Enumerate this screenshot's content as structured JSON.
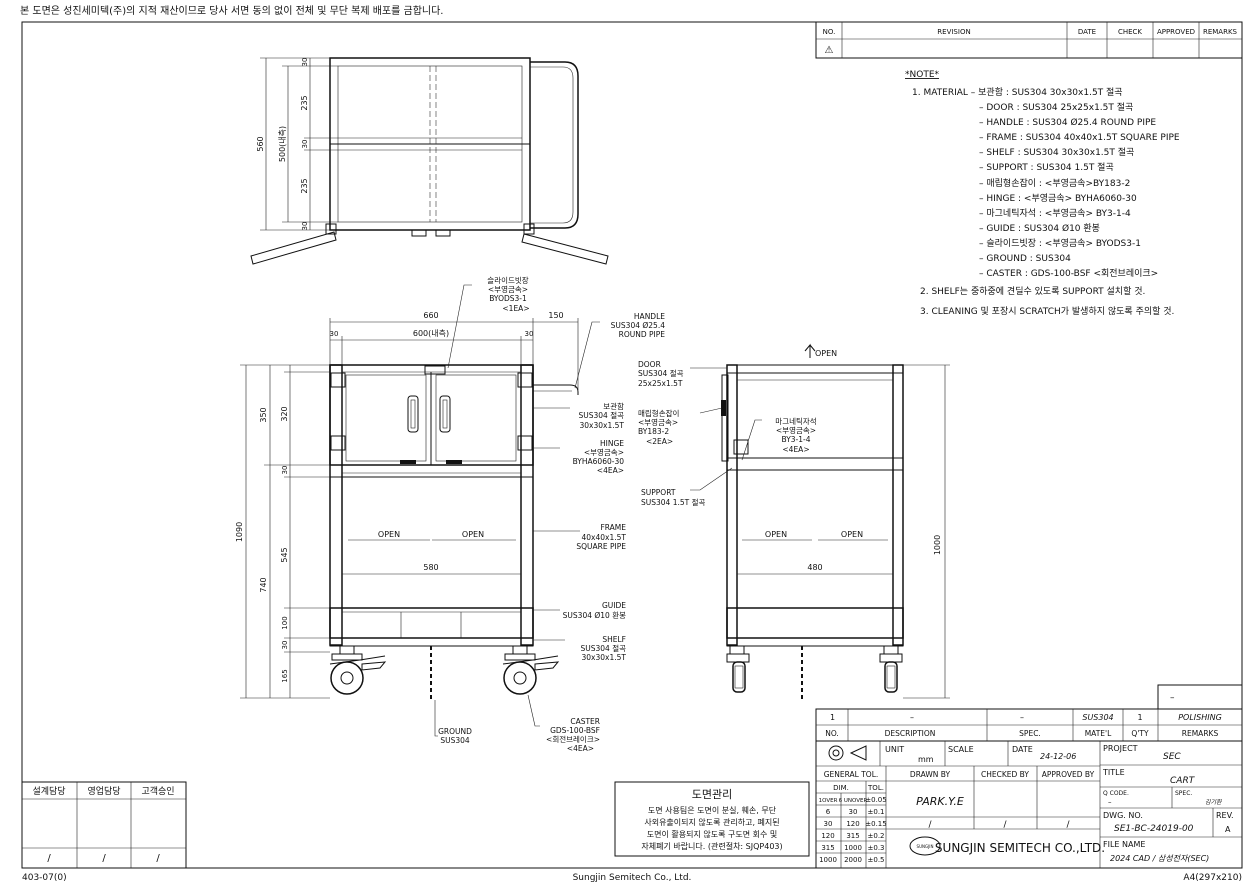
{
  "copyright": "본 도면은 성진세미텍(주)의 지적 재산이므로 당사 서면 동의 없이 전체 및 무단 복제 배포를 금합니다.",
  "revision_table": {
    "headers": [
      "NO.",
      "REVISION",
      "DATE",
      "CHECK",
      "APPROVED",
      "REMARKS"
    ],
    "row1_no": "⚠"
  },
  "notes": {
    "title": "*NOTE*",
    "items": [
      "1. MATERIAL – 보관함 : SUS304 30x30x1.5T 절곡",
      "– DOOR : SUS304 25x25x1.5T 절곡",
      "– HANDLE : SUS304 Ø25.4 ROUND PIPE",
      "– FRAME : SUS304 40x40x1.5T SQUARE PIPE",
      "– SHELF : SUS304 30x30x1.5T 절곡",
      "– SUPPORT : SUS304 1.5T 절곡",
      "– 매립형손잡이 : <부영금속>BY183-2",
      "– HINGE : <부영금속> BYHA6060-30",
      "– 마그네틱자석 : <부영금속> BY3-1-4",
      "– GUIDE : SUS304 Ø10 환봉",
      "– 슬라이드빗장 : <부영금속> BYODS3-1",
      "– GROUND : SUS304",
      "– CASTER : GDS-100-BSF <회전브레이크>",
      "2. SHELF는 중하중에 견딜수 있도록 SUPPORT 설치할 것.",
      "3. CLEANING 및 포장시 SCRATCH가 발생하지 않도록 주의할 것."
    ]
  },
  "top_view": {
    "dims": {
      "overall": "560",
      "inner": "500(내측)",
      "d1": "30",
      "d2": "235",
      "d3": "30",
      "d4": "235",
      "d5": "30"
    }
  },
  "front_view": {
    "dims": {
      "width": "660",
      "inner_width": "600(내측)",
      "left": "30",
      "right": "30",
      "handle": "150",
      "height": "1090",
      "h350": "350",
      "h320": "320",
      "h30a": "30",
      "h545": "545",
      "h740": "740",
      "h100": "100",
      "h30b": "30",
      "h165": "165",
      "shelf": "580"
    },
    "open_left": "OPEN",
    "open_right": "OPEN",
    "callouts": {
      "slide": [
        "슬라이드빗장",
        "<부영금속>",
        "BYODS3-1",
        "<1EA>"
      ],
      "handle": [
        "HANDLE",
        "SUS304 Ø25.4",
        "ROUND PIPE"
      ],
      "box": [
        "보관함",
        "SUS304 절곡",
        "30x30x1.5T"
      ],
      "hinge": [
        "HINGE",
        "<부영금속>",
        "BYHA6060-30",
        "<4EA>"
      ],
      "frame": [
        "FRAME",
        "40x40x1.5T",
        "SQUARE PIPE"
      ],
      "guide": [
        "GUIDE",
        "SUS304 Ø10 환봉"
      ],
      "shelf": [
        "SHELF",
        "SUS304 절곡",
        "30x30x1.5T"
      ],
      "ground": [
        "GROUND",
        "SUS304"
      ],
      "caster": [
        "CASTER",
        "GDS-100-BSF",
        "<회전브레이크>",
        "<4EA>"
      ]
    }
  },
  "side_view": {
    "open_top": "OPEN",
    "open_left": "OPEN",
    "open_right": "OPEN",
    "dims": {
      "height": "1000",
      "shelf": "480"
    },
    "callouts": {
      "door": [
        "DOOR",
        "SUS304 절곡",
        "25x25x1.5T"
      ],
      "grip": [
        "매립형손잡이",
        "<부영금속>",
        "BY183-2",
        "<2EA>"
      ],
      "magnet": [
        "마그네틱자석",
        "<부영금속>",
        "BY3-1-4",
        "<4EA>"
      ],
      "support": [
        "SUPPORT",
        "SUS304 1.5T 절곡"
      ]
    }
  },
  "approval_box": {
    "headers": [
      "설계담당",
      "영업담당",
      "고객승인"
    ],
    "slashes": [
      "/",
      "/",
      "/"
    ]
  },
  "management_box": {
    "title": "도면관리",
    "lines": [
      "도면 사용팀은 도면이 분실, 훼손, 무단",
      "사외유출이되지 않도록 관리하고, 폐지된",
      "도면이 활용되지 않도록 구도면 회수 및",
      "자체폐기 바랍니다. (관련절차: SJQP403)"
    ]
  },
  "title_block": {
    "top_dash": "–",
    "parts_row": {
      "no": "1",
      "desc": "–",
      "spec": "–",
      "material": "SUS304",
      "qty": "1",
      "remarks": "POLISHING"
    },
    "header_row": {
      "no": "NO.",
      "desc": "DESCRIPTION",
      "spec": "SPEC.",
      "material": "MATE'L",
      "qty": "Q'TY",
      "remarks": "REMARKS"
    },
    "unit_label": "UNIT",
    "unit_value": "mm",
    "scale_label": "SCALE",
    "date_label": "DATE",
    "date_value": "24-12-06",
    "project_label": "PROJECT",
    "project_value": "SEC",
    "general_tol": "GENERAL TOL.",
    "dim_label": "DIM.",
    "tol_label": "TOL.",
    "tol_rows": [
      {
        "a": "1OVER",
        "b": "6 UNOVER",
        "t": "±0.05"
      },
      {
        "a": "6",
        "b": "30",
        "t": "±0.1"
      },
      {
        "a": "30",
        "b": "120",
        "t": "±0.15"
      },
      {
        "a": "120",
        "b": "315",
        "t": "±0.2"
      },
      {
        "a": "315",
        "b": "1000",
        "t": "±0.3"
      },
      {
        "a": "1000",
        "b": "2000",
        "t": "±0.5"
      }
    ],
    "drawn_by_label": "DRAWN BY",
    "checked_by_label": "CHECKED BY",
    "approved_by_label": "APPROVED BY",
    "drawn_by": "PARK.Y.E",
    "slash": "/",
    "title_label": "TITLE",
    "title_value": "CART",
    "qcode_label": "Q CODE.",
    "qcode_value": "–",
    "spec_label": "SPEC.",
    "spec_value": "김기환",
    "dwg_label": "DWG. NO.",
    "dwg_value": "SE1-BC-24019-00",
    "rev_label": "REV.",
    "rev_value": "A",
    "company": "SUNGJIN SEMITECH CO.,LTD.",
    "logo_text": "SUNGJIN",
    "file_label": "FILE NAME",
    "file_value": "2024 CAD / 삼성전자(SEC)"
  },
  "footer": {
    "left": "403-07(0)",
    "center": "Sungjin Semitech Co., Ltd.",
    "right": "A4(297x210)"
  }
}
